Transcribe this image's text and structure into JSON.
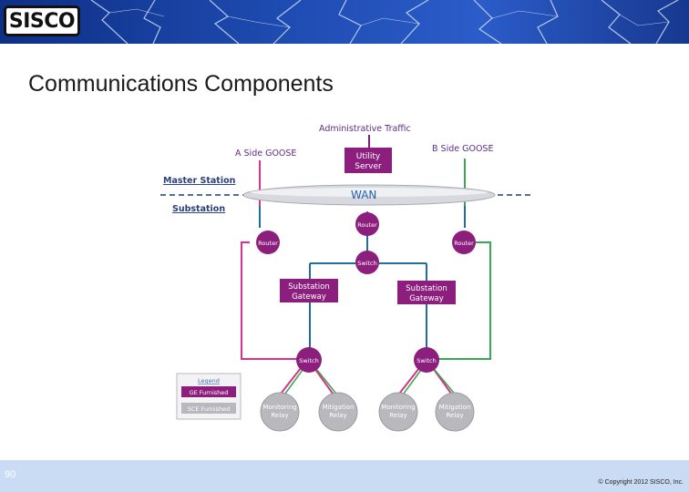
{
  "brand": {
    "logo_text": "SISCO"
  },
  "slide": {
    "title": "Communications Components",
    "page_number": "90",
    "copyright": "© Copyright 2012 SISCO, Inc."
  },
  "colors": {
    "banner": "#1e4bb0",
    "ge_furnished": "#8c1f7e",
    "side_a_line": "#d6348c",
    "side_b_line": "#3aa84e",
    "network_line": "#1f6f9b",
    "node_fill": "#b9b9bd",
    "footer": "#c9dcf3"
  },
  "diagram": {
    "admin_traffic": "Administrative Traffic",
    "a_side_goose": "A Side GOOSE",
    "b_side_goose": "B Side GOOSE",
    "master_station": "Master Station",
    "substation": "Substation",
    "utility_server": "Utility Server",
    "wan": "WAN",
    "router_center": "Router",
    "router_left": "Router",
    "router_right": "Router",
    "switch_top": "Switch",
    "gateway_left": "Substation Gateway",
    "gateway_right": "Substation Gateway",
    "switch_left": "Switch",
    "switch_right": "Switch",
    "relays": [
      "Monitoring Relay",
      "Mitigation Relay",
      "Monitoring Relay",
      "Mitigation Relay"
    ],
    "legend": {
      "title": "Legend",
      "ge": "GE Furnished",
      "sce": "SCE Furnished"
    }
  }
}
